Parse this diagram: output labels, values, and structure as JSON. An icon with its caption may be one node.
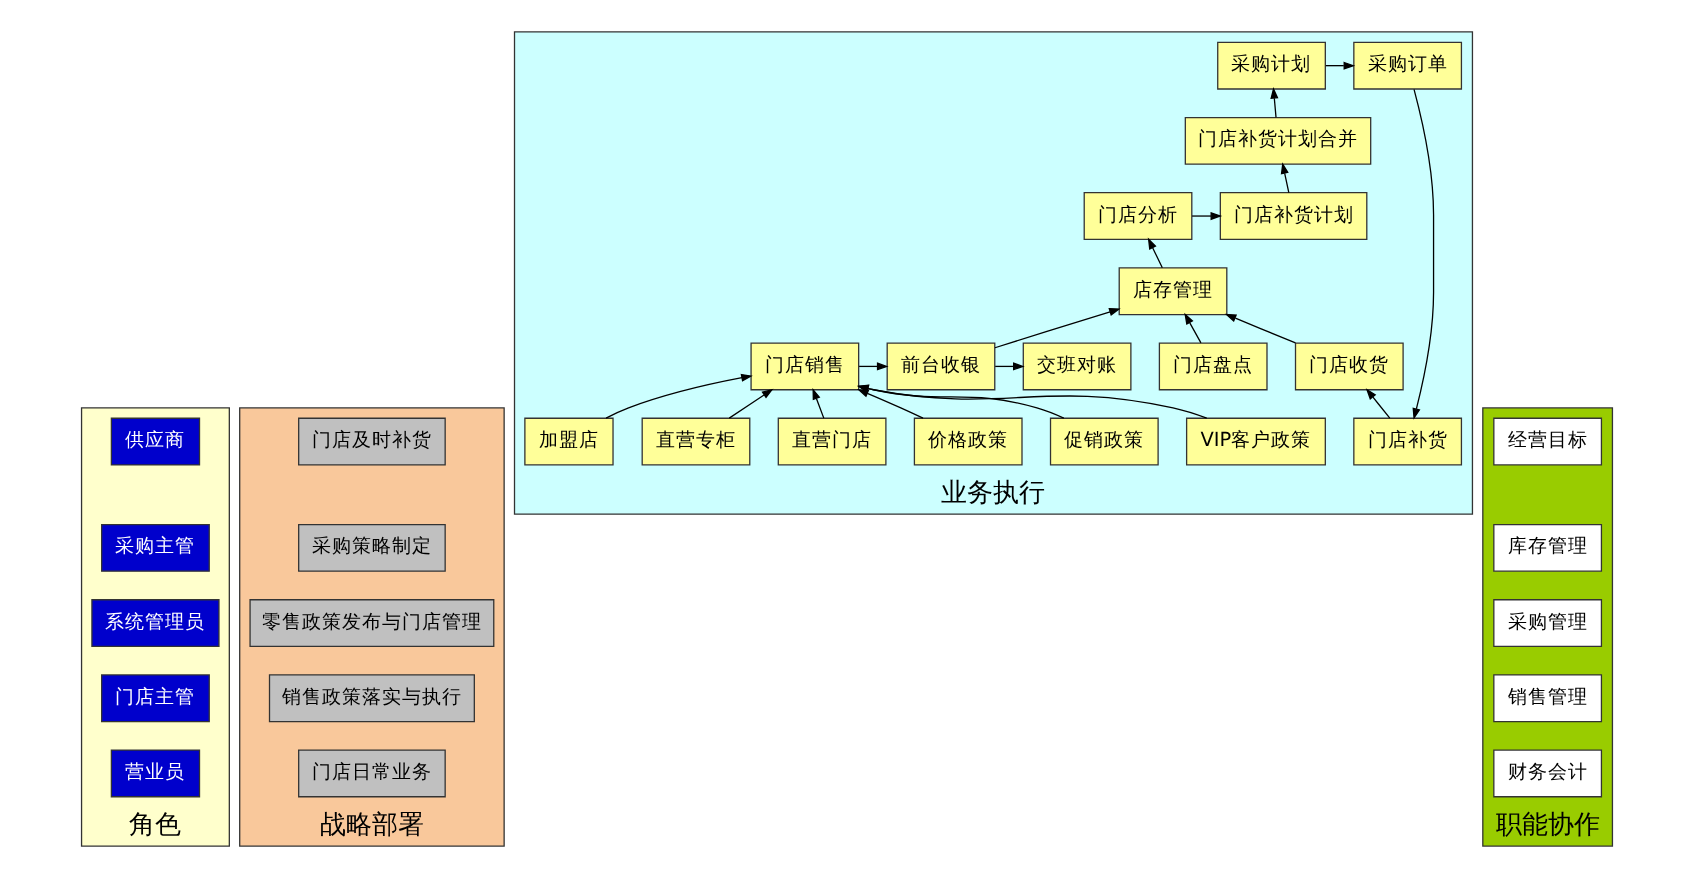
{
  "diagram": {
    "nodes": [
      {
        "text": [
          "角色"
        ]
      },
      {
        "text": [
          "供应商"
        ],
        "in": 0
      },
      {
        "text": [
          "采购主管"
        ],
        "in": 0
      },
      {
        "text": [
          "系统管理员"
        ],
        "in": 0
      },
      {
        "text": [
          "门店主管"
        ],
        "in": 0
      },
      {
        "text": [
          "营业员"
        ],
        "in": 0
      },
      {
        "text": [
          "战略部署"
        ]
      },
      {
        "text": [
          "门店及时补货"
        ],
        "in": 6
      },
      {
        "text": [
          "采购策略制定"
        ],
        "in": 6
      },
      {
        "text": [
          "零售政策发布与门店管理"
        ],
        "in": 6
      },
      {
        "text": [
          "销售政策落实与执行"
        ],
        "in": 6
      },
      {
        "text": [
          "门店日常业务"
        ],
        "in": 6
      },
      {
        "text": [
          "业务执行"
        ]
      },
      {
        "text": [
          "门店补货"
        ],
        "in": 12
      },
      {
        "text": [
          "采购计划"
        ],
        "in": 12
      },
      {
        "text": [
          "采购订单"
        ],
        "in": 12
      },
      {
        "text": [
          "门店补货计划合并"
        ],
        "in": 12
      },
      {
        "text": [
          "VIP客户政策"
        ],
        "in": 12
      },
      {
        "text": [
          "促销政策"
        ],
        "in": 12
      },
      {
        "text": [
          "价格政策"
        ],
        "in": 12
      },
      {
        "text": [
          "门店分析"
        ],
        "in": 12
      },
      {
        "text": [
          "门店补货计划"
        ],
        "in": 12
      },
      {
        "text": [
          "门店盘点"
        ],
        "in": 12
      },
      {
        "text": [
          "店存管理"
        ],
        "in": 12
      },
      {
        "text": [
          "门店收货"
        ],
        "in": 12
      },
      {
        "text": [
          "直营门店"
        ],
        "in": 12
      },
      {
        "text": [
          "直营专柜"
        ],
        "in": 12
      },
      {
        "text": [
          "门店销售"
        ],
        "in": 12
      },
      {
        "text": [
          "前台收银"
        ],
        "in": 12
      },
      {
        "text": [
          "交班对账"
        ],
        "in": 12
      },
      {
        "text": [
          "加盟店"
        ],
        "in": 12
      },
      {
        "text": [
          "职能协作"
        ]
      },
      {
        "text": [
          "经营目标"
        ],
        "in": 31
      },
      {
        "text": [
          "库存管理"
        ],
        "in": 31
      },
      {
        "text": [
          "采购管理"
        ],
        "in": 31
      },
      {
        "text": [
          "销售管理"
        ],
        "in": 31
      },
      {
        "text": [
          "财务会计"
        ],
        "in": 31
      }
    ],
    "edges": [
      {
        "from": 15,
        "to": 13,
        "arrow": "to"
      },
      {
        "from": 14,
        "to": 15,
        "arrow": "to"
      },
      {
        "from": 16,
        "to": 14,
        "arrow": "to"
      },
      {
        "from": 17,
        "to": 27,
        "arrow": "to"
      },
      {
        "from": 18,
        "to": 27,
        "arrow": "to"
      },
      {
        "from": 19,
        "to": 27,
        "arrow": "to"
      },
      {
        "from": 20,
        "to": 21,
        "arrow": "to"
      },
      {
        "from": 21,
        "to": 16,
        "arrow": "to"
      },
      {
        "from": 22,
        "to": 23,
        "arrow": "to"
      },
      {
        "from": 24,
        "to": 23,
        "arrow": "to"
      },
      {
        "from": 13,
        "to": 24,
        "arrow": "to"
      },
      {
        "from": 25,
        "to": 27,
        "arrow": "to"
      },
      {
        "from": 26,
        "to": 27,
        "arrow": "to"
      },
      {
        "from": 30,
        "to": 27,
        "arrow": "to"
      },
      {
        "from": 27,
        "to": 28,
        "arrow": "to"
      },
      {
        "from": 28,
        "to": 23,
        "arrow": "to"
      },
      {
        "from": 23,
        "to": 20,
        "arrow": "to"
      },
      {
        "from": 28,
        "to": 29,
        "arrow": "to"
      }
    ]
  }
}
